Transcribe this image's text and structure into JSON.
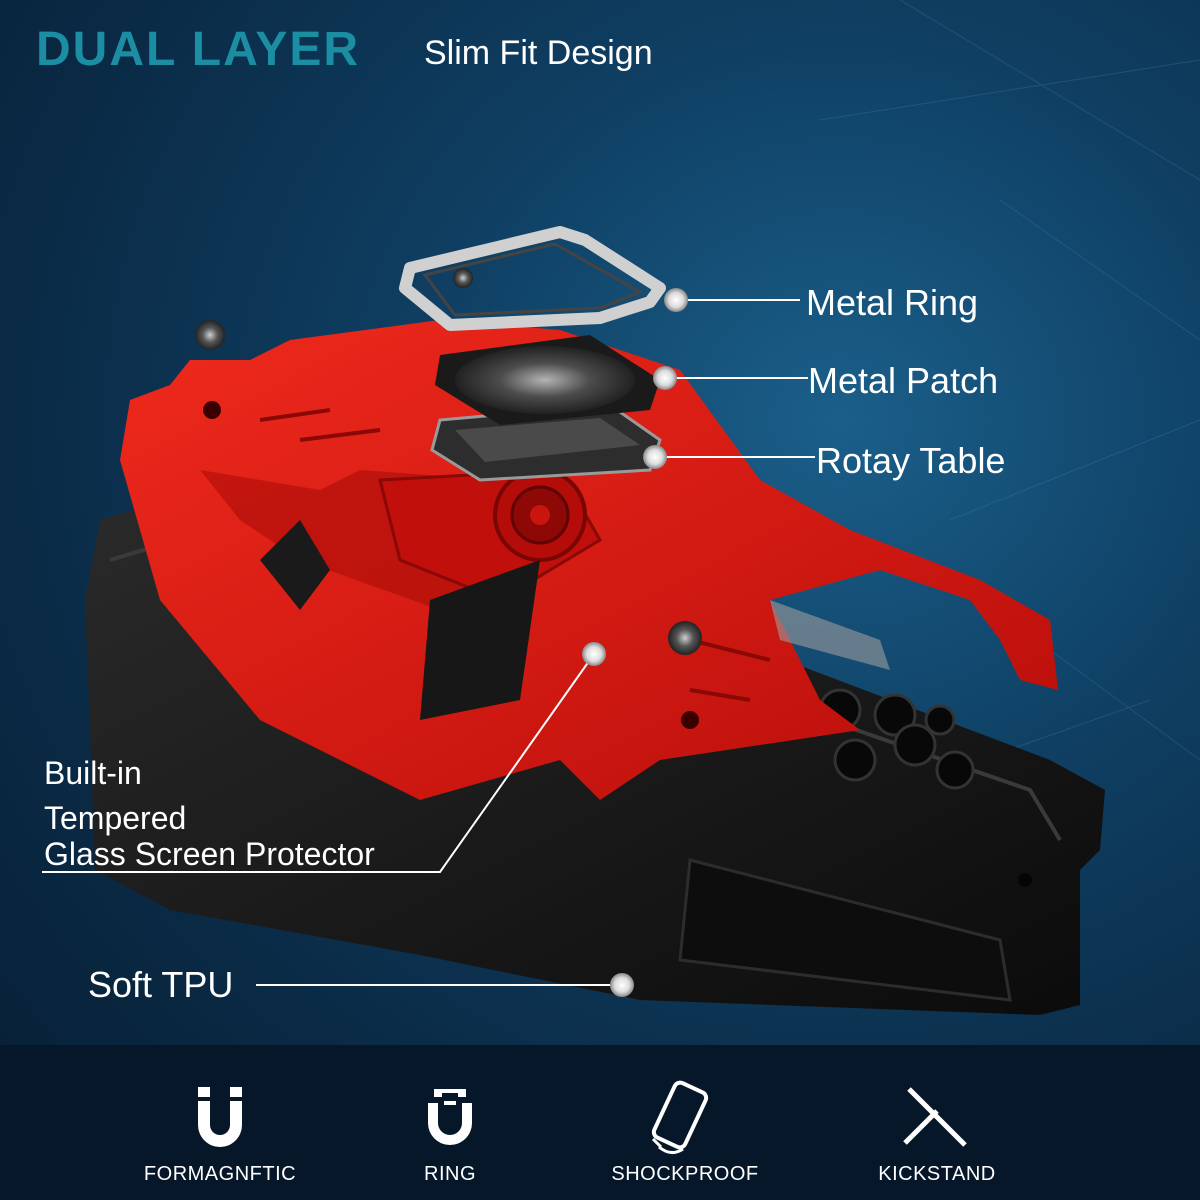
{
  "header": {
    "title": "DUAL LAYER",
    "subtitle": "Slim Fit Design"
  },
  "callouts": {
    "metal_ring": "Metal Ring",
    "metal_patch": "Metal Patch",
    "rotary_table": "Rotay Table",
    "built_in_line1": "Built-in",
    "built_in_line2": "Tempered",
    "built_in_line3": "Glass Screen Protector",
    "soft_tpu": "Soft TPU"
  },
  "features": [
    {
      "label": "FORMAGNFTIC",
      "icon": "magnet-icon"
    },
    {
      "label": "RING",
      "icon": "ring-icon"
    },
    {
      "label": "SHOCKPROOF",
      "icon": "phone-shockproof-icon"
    },
    {
      "label": "KICKSTAND",
      "icon": "kickstand-icon"
    }
  ],
  "colors": {
    "title": "#1b8ea3",
    "case_red": "#d8130f",
    "tpu_black": "#141414",
    "background": "#0f3f63"
  }
}
